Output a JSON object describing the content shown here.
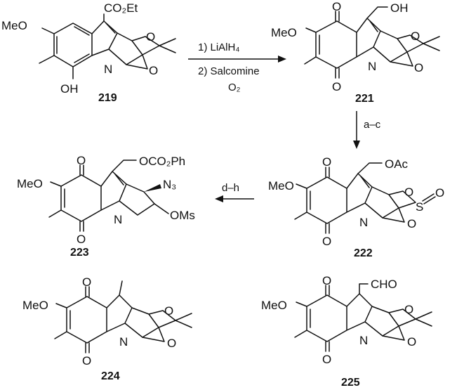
{
  "scheme": {
    "compounds": [
      {
        "id": "c219",
        "label": "219",
        "atoms": {
          "ester": "CO₂Et",
          "meo": "MeO",
          "oh": "OH",
          "n": "N",
          "o1": "O",
          "o2": "O"
        }
      },
      {
        "id": "c221",
        "label": "221",
        "atoms": {
          "ch2oh": "OH",
          "meo": "MeO",
          "n": "N",
          "oq1": "O",
          "oq2": "O",
          "o1": "O",
          "o2": "O"
        }
      },
      {
        "id": "c222",
        "label": "222",
        "atoms": {
          "side": "OAc",
          "meo": "MeO",
          "n": "N",
          "oq1": "O",
          "oq2": "O",
          "o1": "O",
          "o2": "O",
          "s": "S",
          "so": "O"
        }
      },
      {
        "id": "c223",
        "label": "223",
        "atoms": {
          "side": "OCO₂Ph",
          "meo": "MeO",
          "n": "N",
          "oq1": "O",
          "oq2": "O",
          "n3": "N₃",
          "oms": "OMs"
        }
      },
      {
        "id": "c224",
        "label": "224",
        "atoms": {
          "meo": "MeO",
          "n": "N",
          "oq1": "O",
          "oq2": "O",
          "o1": "O",
          "o2": "O"
        }
      },
      {
        "id": "c225",
        "label": "225",
        "atoms": {
          "cho": "CHO",
          "meo": "MeO",
          "n": "N",
          "oq1": "O",
          "oq2": "O",
          "o1": "O",
          "o2": "O"
        }
      }
    ],
    "steps": {
      "s1_line1": "1) LiAlH₄",
      "s1_line2": "2) Salcomine",
      "s1_line3": "O₂",
      "s2": "a–c",
      "s3": "d–h"
    }
  }
}
